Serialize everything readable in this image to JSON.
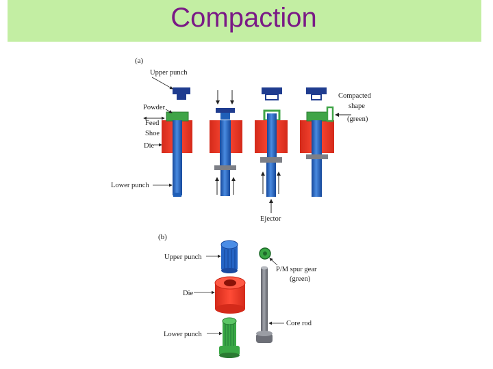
{
  "slide": {
    "title": "Compaction"
  },
  "figure_a": {
    "tag": "(a)",
    "labels": {
      "upper_punch": "Upper  punch",
      "powder": "Powder",
      "feed_shoe_1": "Feed",
      "feed_shoe_2": "Shoe",
      "die": "Die",
      "lower_punch": "Lower  punch",
      "ejector": "Ejector",
      "compacted_1": "Compacted",
      "compacted_2": "shape",
      "compacted_3": "(green)"
    }
  },
  "figure_b": {
    "tag": "(b)",
    "labels": {
      "upper_punch": "Upper  punch",
      "die": "Die",
      "lower_punch": "Lower  punch",
      "gear_1": "P/M  spur  gear",
      "gear_2": "(green)",
      "core_rod": "Core  rod"
    }
  },
  "colors": {
    "title_bar": "#c3eea3",
    "title_text": "#7a1a86",
    "die_red": "#ee3524",
    "punch_blue": "#1f5fb8",
    "powder_green": "#3fa447",
    "rod_gray": "#7d7f86"
  }
}
